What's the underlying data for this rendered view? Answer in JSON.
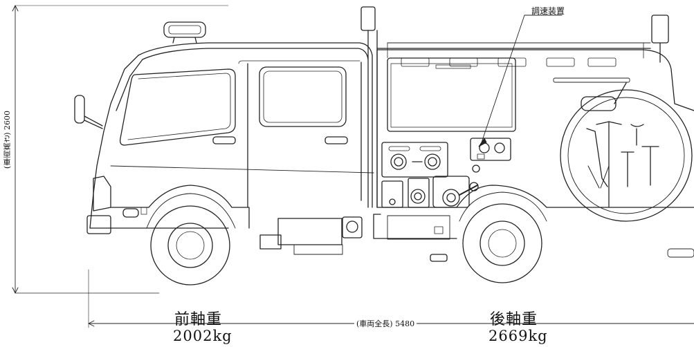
{
  "dimensions": {
    "height_label": "(車両高さ) 2600",
    "length_label": "(車両全長) 5480"
  },
  "callout": {
    "label": "調速装置"
  },
  "axles": {
    "front": {
      "title": "前軸重",
      "value": "2002kg"
    },
    "rear": {
      "title": "後軸重",
      "value": "2669kg"
    }
  }
}
